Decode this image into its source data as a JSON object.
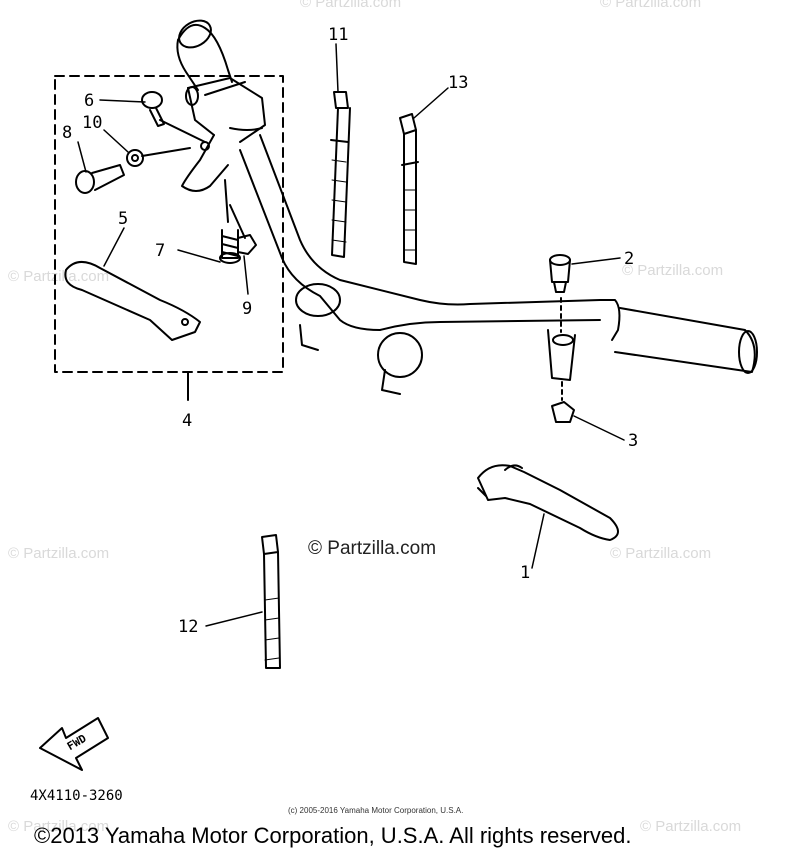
{
  "watermarks": {
    "text": "© Partzilla.com",
    "center": "© Partzilla.com"
  },
  "callouts": [
    "1",
    "2",
    "3",
    "4",
    "5",
    "6",
    "7",
    "8",
    "9",
    "10",
    "11",
    "12",
    "13"
  ],
  "fwd_label": "FWD",
  "diagram_code": "4X4110-3260",
  "small_copyright": "(c) 2005-2016 Yamaha Motor Corporation, U.S.A.",
  "copyright": "©2013 Yamaha Motor Corporation, U.S.A. All rights reserved."
}
